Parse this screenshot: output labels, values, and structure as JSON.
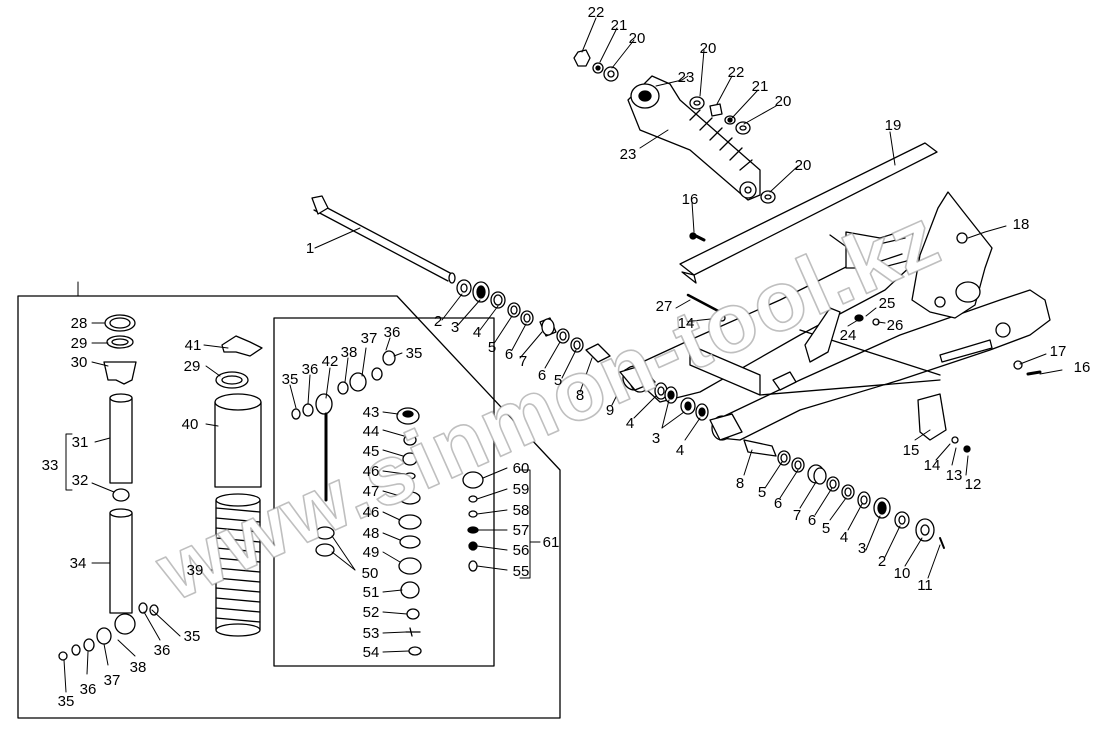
{
  "diagram": {
    "watermark": "www.sinmon-tool.kz",
    "callouts": [
      {
        "id": "c1",
        "text": "1"
      },
      {
        "id": "c2a",
        "text": "2"
      },
      {
        "id": "c3a",
        "text": "3"
      },
      {
        "id": "c4a",
        "text": "4"
      },
      {
        "id": "c5a",
        "text": "5"
      },
      {
        "id": "c6a",
        "text": "6"
      },
      {
        "id": "c7a",
        "text": "7"
      },
      {
        "id": "c6b",
        "text": "6"
      },
      {
        "id": "c5b",
        "text": "5"
      },
      {
        "id": "c8a",
        "text": "8"
      },
      {
        "id": "c9",
        "text": "9"
      },
      {
        "id": "c4b",
        "text": "4"
      },
      {
        "id": "c3b",
        "text": "3"
      },
      {
        "id": "c4c",
        "text": "4"
      },
      {
        "id": "c8b",
        "text": "8"
      },
      {
        "id": "c5c",
        "text": "5"
      },
      {
        "id": "c6c",
        "text": "6"
      },
      {
        "id": "c7b",
        "text": "7"
      },
      {
        "id": "c6d",
        "text": "6"
      },
      {
        "id": "c5d",
        "text": "5"
      },
      {
        "id": "c4d",
        "text": "4"
      },
      {
        "id": "c3c",
        "text": "3"
      },
      {
        "id": "c2b",
        "text": "2"
      },
      {
        "id": "c10",
        "text": "10"
      },
      {
        "id": "c11",
        "text": "11"
      },
      {
        "id": "c12",
        "text": "12"
      },
      {
        "id": "c13",
        "text": "13"
      },
      {
        "id": "c14a",
        "text": "14"
      },
      {
        "id": "c15",
        "text": "15"
      },
      {
        "id": "c16a",
        "text": "16"
      },
      {
        "id": "c17",
        "text": "17"
      },
      {
        "id": "c14b",
        "text": "14"
      },
      {
        "id": "c27",
        "text": "27"
      },
      {
        "id": "c24",
        "text": "24"
      },
      {
        "id": "c25",
        "text": "25"
      },
      {
        "id": "c26",
        "text": "26"
      },
      {
        "id": "c18",
        "text": "18"
      },
      {
        "id": "c19",
        "text": "19"
      },
      {
        "id": "c16b",
        "text": "16"
      },
      {
        "id": "c22a",
        "text": "22"
      },
      {
        "id": "c21a",
        "text": "21"
      },
      {
        "id": "c20a",
        "text": "20"
      },
      {
        "id": "c20b",
        "text": "20"
      },
      {
        "id": "c22b",
        "text": "22"
      },
      {
        "id": "c21b",
        "text": "21"
      },
      {
        "id": "c20c",
        "text": "20"
      },
      {
        "id": "c23a",
        "text": "23"
      },
      {
        "id": "c20d",
        "text": "20"
      },
      {
        "id": "c23b",
        "text": "23"
      },
      {
        "id": "c28",
        "text": "28"
      },
      {
        "id": "c29a",
        "text": "29"
      },
      {
        "id": "c30",
        "text": "30"
      },
      {
        "id": "c31",
        "text": "31"
      },
      {
        "id": "c33",
        "text": "33"
      },
      {
        "id": "c32",
        "text": "32"
      },
      {
        "id": "c34",
        "text": "34"
      },
      {
        "id": "c35a",
        "text": "35"
      },
      {
        "id": "c36a",
        "text": "36"
      },
      {
        "id": "c37a",
        "text": "37"
      },
      {
        "id": "c38a",
        "text": "38"
      },
      {
        "id": "c35b",
        "text": "35"
      },
      {
        "id": "c36b",
        "text": "36"
      },
      {
        "id": "c41",
        "text": "41"
      },
      {
        "id": "c29b",
        "text": "29"
      },
      {
        "id": "c40",
        "text": "40"
      },
      {
        "id": "c39",
        "text": "39"
      },
      {
        "id": "c35c",
        "text": "35"
      },
      {
        "id": "c36c",
        "text": "36"
      },
      {
        "id": "c42",
        "text": "42"
      },
      {
        "id": "c38b",
        "text": "38"
      },
      {
        "id": "c37b",
        "text": "37"
      },
      {
        "id": "c36d",
        "text": "36"
      },
      {
        "id": "c35d",
        "text": "35"
      },
      {
        "id": "c43",
        "text": "43"
      },
      {
        "id": "c44",
        "text": "44"
      },
      {
        "id": "c45",
        "text": "45"
      },
      {
        "id": "c46a",
        "text": "46"
      },
      {
        "id": "c47",
        "text": "47"
      },
      {
        "id": "c46b",
        "text": "46"
      },
      {
        "id": "c48",
        "text": "48"
      },
      {
        "id": "c49",
        "text": "49"
      },
      {
        "id": "c50",
        "text": "50"
      },
      {
        "id": "c51",
        "text": "51"
      },
      {
        "id": "c52",
        "text": "52"
      },
      {
        "id": "c53",
        "text": "53"
      },
      {
        "id": "c54",
        "text": "54"
      },
      {
        "id": "c60",
        "text": "60"
      },
      {
        "id": "c59",
        "text": "59"
      },
      {
        "id": "c58",
        "text": "58"
      },
      {
        "id": "c57",
        "text": "57"
      },
      {
        "id": "c56",
        "text": "56"
      },
      {
        "id": "c55",
        "text": "55"
      },
      {
        "id": "c61",
        "text": "61"
      }
    ]
  }
}
